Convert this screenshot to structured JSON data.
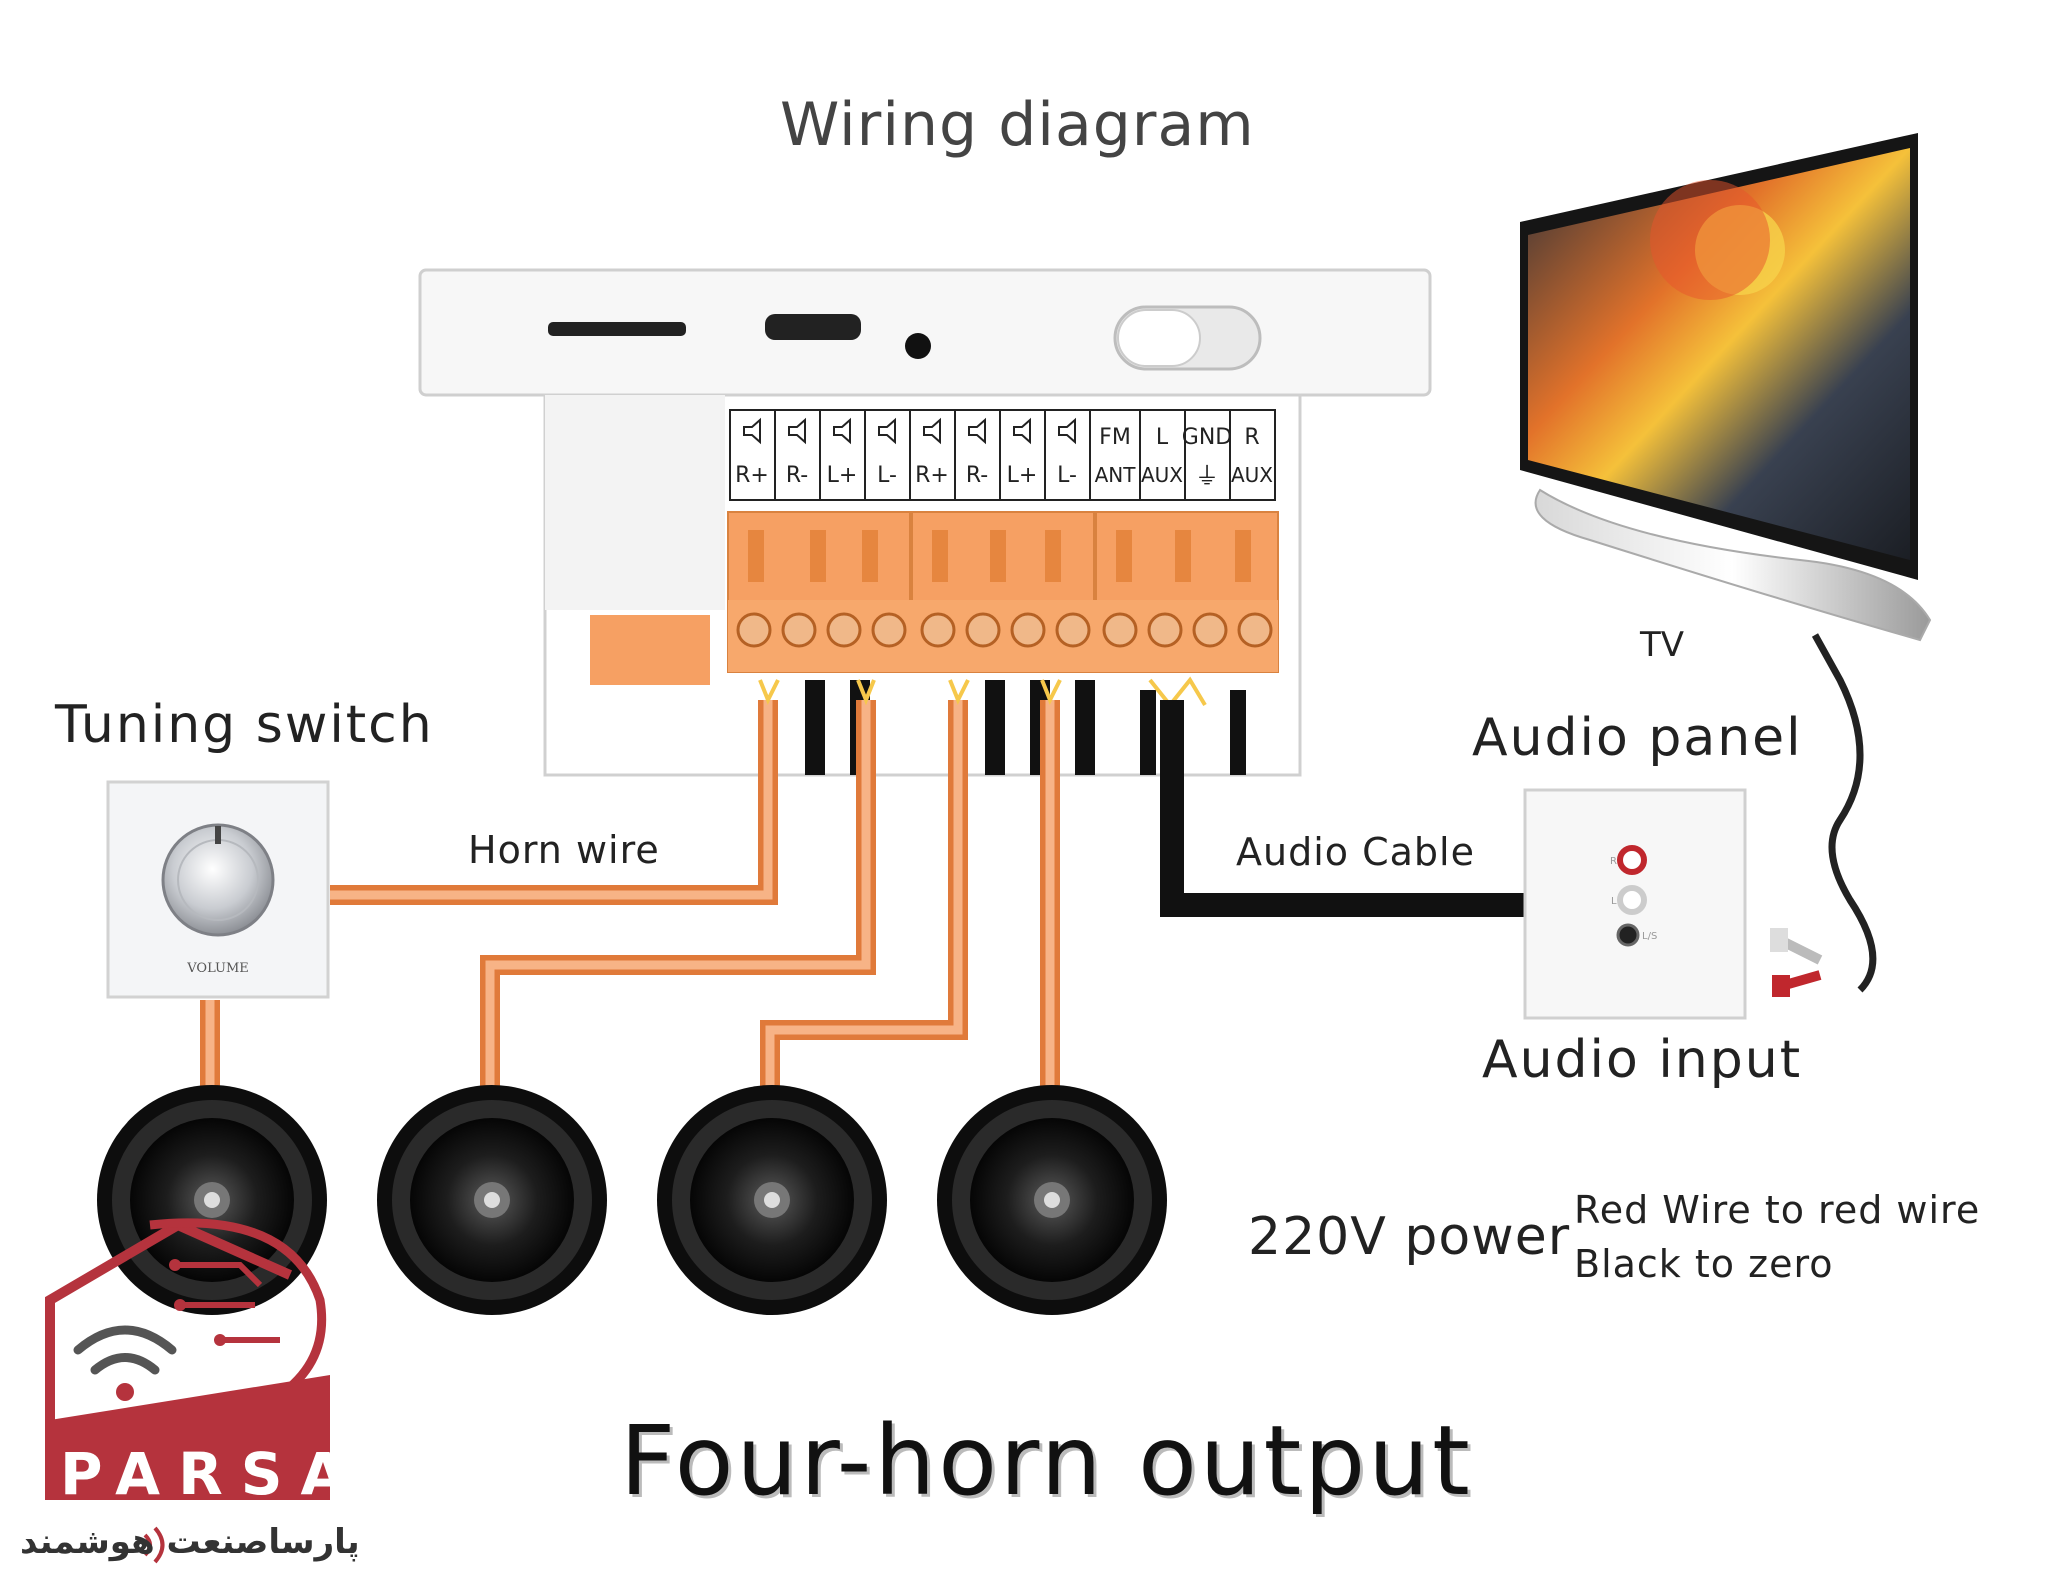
{
  "diagram": {
    "title": "Wiring diagram",
    "footer": "Four-horn output"
  },
  "labels": {
    "tuning_switch": "Tuning switch",
    "horn_wire": "Horn wire",
    "audio_cable": "Audio Cable",
    "audio_panel": "Audio panel",
    "audio_input": "Audio input",
    "tv": "TV",
    "power": "220V power",
    "power_note_1": "Red Wire to red wire",
    "power_note_2": "Black to zero"
  },
  "controller": {
    "terminals_top": [
      "",
      "",
      "",
      "",
      "",
      "",
      "",
      "",
      "FM",
      "L",
      "GND",
      "R"
    ],
    "terminals_bottom": [
      "R+",
      "R-",
      "L+",
      "L-",
      "R+",
      "R-",
      "L+",
      "L-",
      "ANT",
      "AUX",
      "⏚",
      "AUX"
    ]
  },
  "volume_knob": {
    "caption": "VOLUME"
  },
  "audio_panel_jacks": [
    "R",
    "L",
    "L/S"
  ],
  "brand": {
    "latin": "PARSA",
    "persian": "پارساصنعت هوشمند"
  },
  "colors": {
    "wire_orange": "#f39a5f",
    "wire_orange_dark": "#e07a3a",
    "terminal_orange": "#f6a063",
    "cable_black": "#111111",
    "brand_red": "#b5333d"
  }
}
